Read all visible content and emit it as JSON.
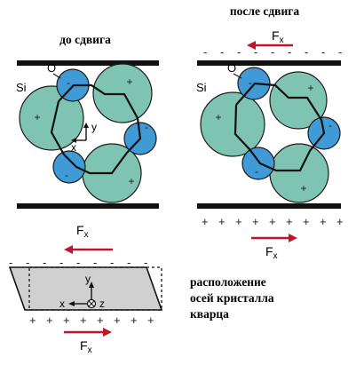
{
  "labels": {
    "before": "до сдвига",
    "after": "после сдвига",
    "axes_line1": "расположение",
    "axes_line2": "осей кристалла",
    "axes_line3": "кварца"
  },
  "atoms": {
    "si": "Si",
    "o": "O"
  },
  "force": {
    "main": "F",
    "sub": "x"
  },
  "axis": {
    "x": "x",
    "y": "y",
    "z": "z"
  },
  "signs": {
    "plus": "+",
    "minus": "-"
  },
  "colors": {
    "si_atom": "#7fc4b2",
    "o_atom": "#3f9ad6",
    "force_arrow": "#c0142a",
    "plate": "#111111",
    "block_fill": "#d0d0d0"
  }
}
